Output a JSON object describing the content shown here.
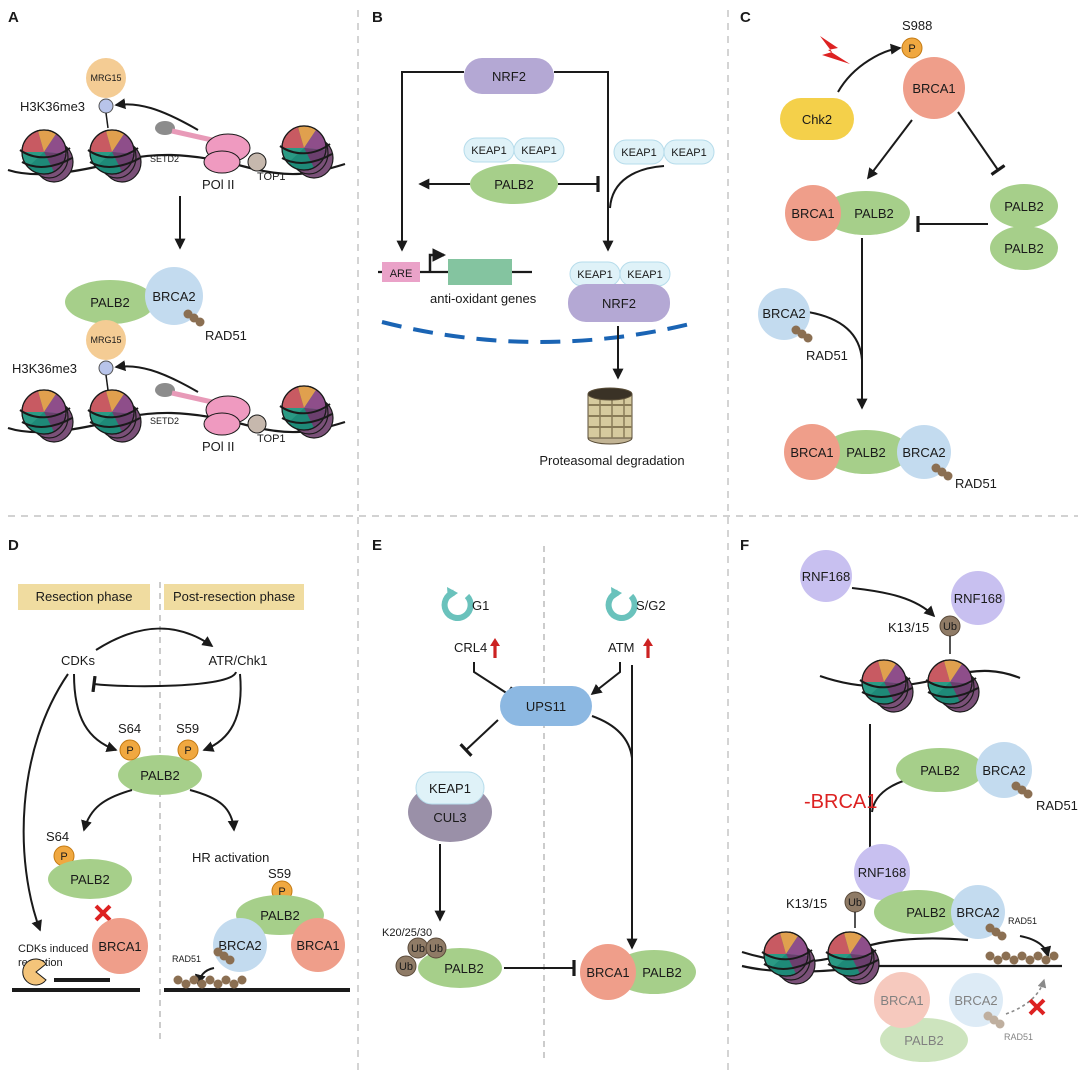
{
  "colors": {
    "palb2": "#a6cf8a",
    "brca2": "#c3dbef",
    "brca1": "#ef9e8a",
    "nrf2": "#b4a8d4",
    "keap1": "#dff2f8",
    "chk2": "#f4d04a",
    "ups11": "#8cb8e2",
    "cul3": "#9a90a8",
    "rnf168": "#c8c0f0",
    "mrg15": "#f4cc94",
    "phospho": "#f0a840",
    "ub": "#8f7b66",
    "rad51": "#8b6f52",
    "inhibit_arrow": "#cc2222",
    "membrane": "#1a64b4"
  },
  "panels": {
    "a": {
      "label": "A",
      "h3k36me3": "H3K36me3",
      "mrg15": "MRG15",
      "setd2": "SETD2",
      "pol": "POl II",
      "top1": "TOP1",
      "palb2": "PALB2",
      "brca2": "BRCA2",
      "rad51": "RAD51"
    },
    "b": {
      "label": "B",
      "nrf2": "NRF2",
      "keap1": "KEAP1",
      "palb2": "PALB2",
      "are": "ARE",
      "genes": "anti-oxidant genes",
      "degradation": "Proteasomal degradation"
    },
    "c": {
      "label": "C",
      "s988": "S988",
      "p": "P",
      "chk2": "Chk2",
      "brca1": "BRCA1",
      "palb2": "PALB2",
      "brca2": "BRCA2",
      "rad51": "RAD51"
    },
    "d": {
      "label": "D",
      "resection": "Resection phase",
      "post_resection": "Post-resection phase",
      "cdks": "CDKs",
      "atr": "ATR/Chk1",
      "s64": "S64",
      "s59": "S59",
      "p": "P",
      "palb2": "PALB2",
      "hr": "HR activation",
      "brca1": "BRCA1",
      "brca2": "BRCA2",
      "cdk_resection": "CDKs induced resection",
      "rad51": "RAD51"
    },
    "e": {
      "label": "E",
      "g1": "G1",
      "sg2": "S/G2",
      "crl4": "CRL4",
      "atm": "ATM",
      "ups11": "UPS11",
      "keap1": "KEAP1",
      "cul3": "CUL3",
      "k_sites": "K20/25/30",
      "ub": "Ub",
      "palb2": "PALB2",
      "brca1": "BRCA1"
    },
    "f": {
      "label": "F",
      "rnf168": "RNF168",
      "k13": "K13/15",
      "ub": "Ub",
      "palb2": "PALB2",
      "brca2": "BRCA2",
      "rad51": "RAD51",
      "minus_brca1": "-BRCA1",
      "brca1": "BRCA1"
    }
  }
}
